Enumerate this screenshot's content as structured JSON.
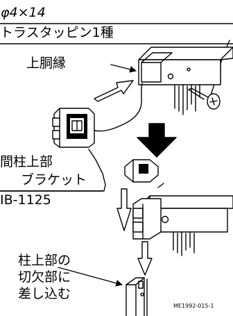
{
  "screw_spec": {
    "line1": "φ4×14",
    "line2": "トラスタッピン1種"
  },
  "rail_label": "上胴縁",
  "bracket_label": {
    "line1": "間柱上部",
    "line2": "ブラケット"
  },
  "part_number": "IB-1125",
  "post_note": {
    "line1": "柱上部の",
    "line2": "切欠部に",
    "line3": "差し込む"
  },
  "figure_code": "ME1992-015-1",
  "colors": {
    "ink": "#000000",
    "fill": "#ffffff"
  }
}
